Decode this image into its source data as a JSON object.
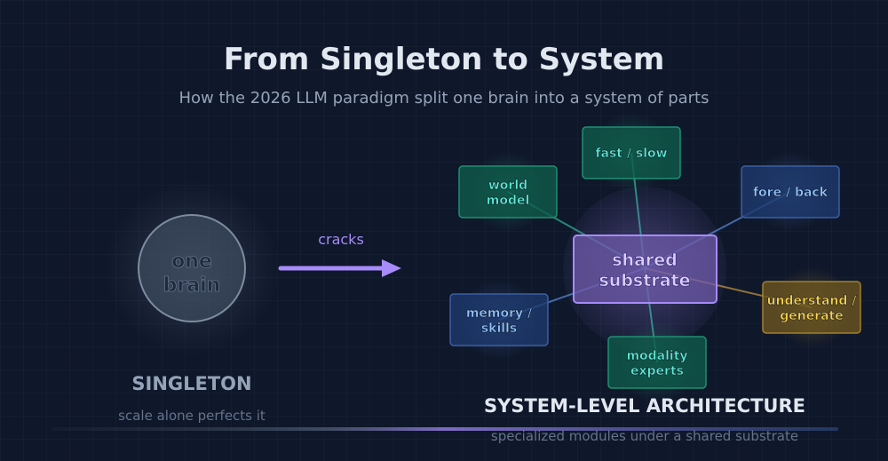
{
  "title": "From Singleton to System",
  "subtitle": "How the 2026 LLM paradigm split one brain into a system of parts",
  "singleton": {
    "label_line1": "one",
    "label_line2": "brain",
    "heading": "SINGLETON",
    "caption": "scale alone perfects it"
  },
  "transition": {
    "label": "cracks"
  },
  "system": {
    "hub_line1": "shared",
    "hub_line2": "substrate",
    "heading": "SYSTEM-LEVEL ARCHITECTURE",
    "caption": "specialized modules under a shared substrate",
    "modules": [
      {
        "line1": "world",
        "line2": "model",
        "kind": "green"
      },
      {
        "line1": "fast / slow",
        "line2": "",
        "kind": "green"
      },
      {
        "line1": "fore / back",
        "line2": "",
        "kind": "blue"
      },
      {
        "line1": "understand /",
        "line2": "generate",
        "kind": "orange"
      },
      {
        "line1": "modality",
        "line2": "experts",
        "kind": "green"
      },
      {
        "line1": "memory /",
        "line2": "skills",
        "kind": "blue"
      }
    ]
  },
  "colors": {
    "background": "#0f172a",
    "title": "#e2e8f0",
    "subtitle": "#94a3b8",
    "accent_purple": "#a78bfa",
    "green": "#34d399",
    "blue": "#60a5fa",
    "orange": "#fbbf24",
    "singleton": "#64748b"
  }
}
